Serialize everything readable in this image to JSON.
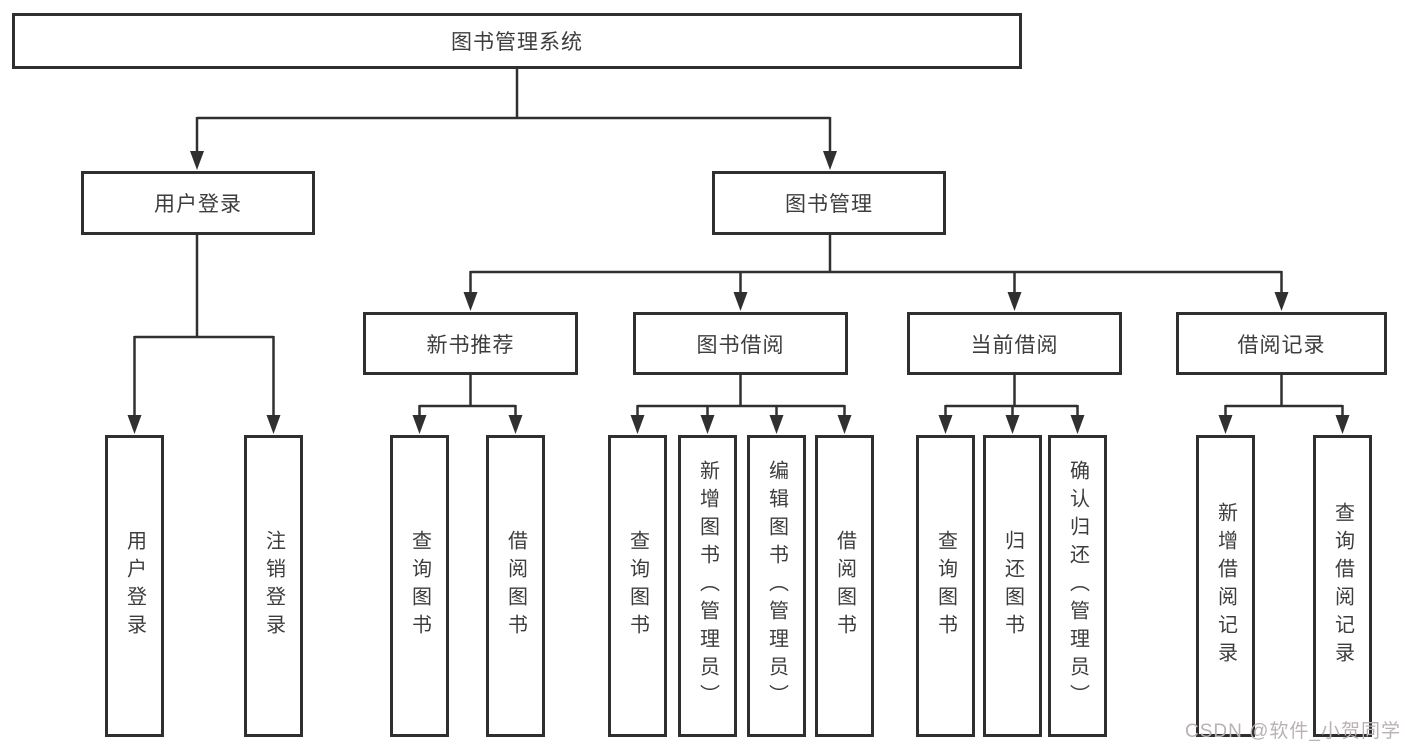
{
  "nodes": {
    "root": "图书管理系统",
    "user_login": "用户登录",
    "book_mgmt": "图书管理",
    "user_login_children": [
      "用户登录",
      "注销登录"
    ],
    "new_book_rec": "新书推荐",
    "book_borrow": "图书借阅",
    "current_borrow": "当前借阅",
    "borrow_records": "借阅记录",
    "new_book_rec_children": [
      "查询图书",
      "借阅图书"
    ],
    "book_borrow_children": [
      "查询图书",
      "新增图书（管理员）",
      "编辑图书（管理员）",
      "借阅图书"
    ],
    "current_borrow_children": [
      "查询图书",
      "归还图书",
      "确认归还（管理员）"
    ],
    "borrow_records_children": [
      "新增借阅记录",
      "查询借阅记录"
    ]
  },
  "watermark": "CSDN @软件_小贺同学",
  "colors": {
    "line": "#303030",
    "box_border": "#2f2f2f",
    "text": "#3d3d3d",
    "watermark": "#b9b1b5",
    "background": "#ffffff"
  }
}
